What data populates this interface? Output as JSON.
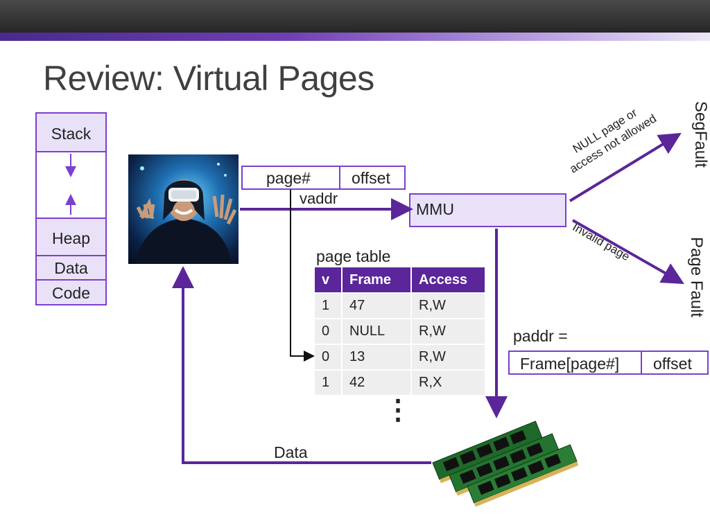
{
  "slide": {
    "title": "Review: Virtual Pages"
  },
  "memory_segments": {
    "stack": "Stack",
    "heap": "Heap",
    "data": "Data",
    "code": "Code"
  },
  "vaddr": {
    "page_label": "page#",
    "offset_label": "offset",
    "caption": "vaddr"
  },
  "mmu": {
    "label": "MMU"
  },
  "faults": {
    "segfault_label": "SegFault",
    "segfault_condition": "NULL page or\naccess not allowed",
    "pagefault_label": "Page Fault",
    "pagefault_condition": "Invalid page"
  },
  "page_table": {
    "caption": "page table",
    "headers": [
      "v",
      "Frame",
      "Access"
    ],
    "rows": [
      [
        "1",
        "47",
        "R,W"
      ],
      [
        "0",
        "NULL",
        "R,W"
      ],
      [
        "0",
        "13",
        "R,W"
      ],
      [
        "1",
        "42",
        "R,X"
      ]
    ],
    "ellipsis": "⋮"
  },
  "paddr": {
    "caption": "paddr =",
    "frame_label": "Frame[page#]",
    "offset_label": "offset"
  },
  "data_flow": {
    "label": "Data"
  },
  "colors": {
    "accent": "#7b3fcf",
    "arrow": "#5a2699",
    "header": "#5a2699",
    "box_fill": "#e9e1f7"
  }
}
